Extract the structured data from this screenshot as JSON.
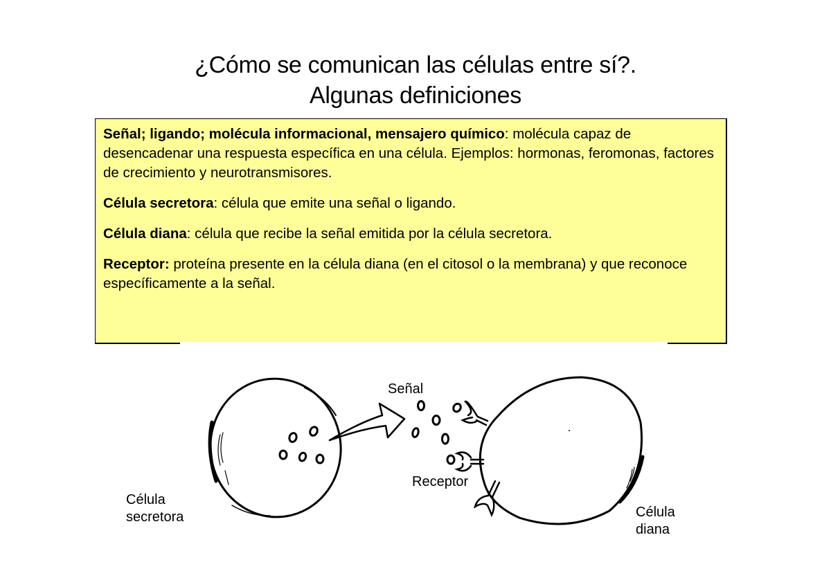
{
  "title": {
    "line1": "¿Cómo se comunican las células entre sí?.",
    "line2": "Algunas definiciones"
  },
  "definitions": [
    {
      "term": "Señal; ligando; molécula informacional, mensajero químico",
      "separator": ":",
      "text": " molécula capaz de desencadenar una respuesta específica en una célula. Ejemplos: hormonas, feromonas, factores de crecimiento y neurotransmisores."
    },
    {
      "term": "Célula secretora",
      "separator": ":",
      "text": " célula que emite una señal o ligando."
    },
    {
      "term": "Célula diana",
      "separator": ":",
      "text": " célula que recibe la señal emitida por la célula secretora."
    },
    {
      "term": "Receptor:",
      "separator": "",
      "text": " proteína presente en la célula diana (en el citosol o la membrana) y que reconoce específicamente a la señal."
    }
  ],
  "diagram": {
    "labels": {
      "signal": "Señal",
      "receptor": "Receptor",
      "secretory_cell_line1": "Célula",
      "secretory_cell_line2": "secretora",
      "target_cell_line1": "Célula",
      "target_cell_line2": "diana"
    }
  },
  "colors": {
    "box_background": "#ffff99",
    "box_border": "#000000",
    "text": "#000000"
  }
}
